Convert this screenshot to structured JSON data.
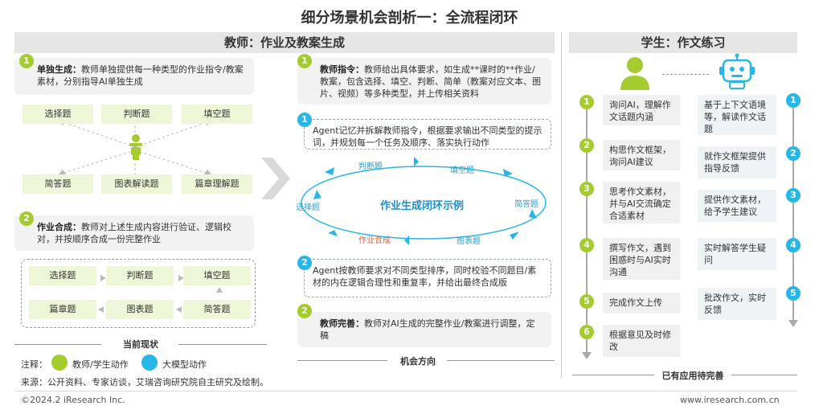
{
  "title": "细分场景机会剖析一：全流程闭环",
  "teacher": {
    "banner": "教师：作业及教案生成",
    "step1_num": "1",
    "step1_head": "单独生成：",
    "step1_text": "教师单独提供每一种类型的作业指令/教案素材，分别指导AI单独生成",
    "tiles_top": [
      "选择题",
      "判断题",
      "填空题"
    ],
    "tiles_mid": [
      "简答题",
      "图表解读题",
      "篇章理解题"
    ],
    "step2_num": "2",
    "step2_head": "作业合成：",
    "step2_text": "教师对上述生成内容进行验证、逻辑校对，并按顺序合成一份完整作业",
    "tiles_b1": [
      "选择题",
      "判断题",
      "填空题"
    ],
    "tiles_b2": [
      "篇章题",
      "图表题",
      "简答题"
    ],
    "current_label": "当前现状"
  },
  "opportunity": {
    "g1_num": "1",
    "g1_head": "教师指令：",
    "g1_text": "教师给出具体要求，如生成**课时的**作业/教案，包含选择、填空、判断、简单（教案对应文本、图片、视频）等多种类型，并上传相关资料",
    "b1_num": "1",
    "b1_text": "Agent记忆并拆解教师指令，根据要求输出不同类型的提示词，并规划每一个任务及顺序、落实执行动作",
    "cycle_center": "作业生成闭环示例",
    "cycle": [
      "判断题",
      "填空题",
      "简答题",
      "图表题",
      "作业合成",
      "选择题"
    ],
    "b2_num": "2",
    "b2_text": "Agent按教师要求对不同类型排序，同时校验不同题目/素材的内在逻辑合理性和重复率，并给出最终合成版",
    "g2_num": "2",
    "g2_head": "教师完善：",
    "g2_text": "教师对AI生成的完整作业/教案进行调整，定稿",
    "label": "机会方向"
  },
  "student": {
    "banner": "学生：作文练习",
    "left": [
      {
        "num": "1",
        "text": "询问AI，理解作文话题内涵"
      },
      {
        "num": "2",
        "text": "构思作文框架，询问AI建议"
      },
      {
        "num": "3",
        "text": "思考作文素材，并与AI交流确定合适素材"
      },
      {
        "num": "4",
        "text": "撰写作文，遇到困惑时与AI实时沟通"
      },
      {
        "num": "5",
        "text": "完成作文上传"
      },
      {
        "num": "6",
        "text": "根据意见及时修改"
      }
    ],
    "right": [
      {
        "num": "1",
        "text": "基于上下文语境等，解读作文话题"
      },
      {
        "num": "2",
        "text": "就作文框架提供指导反馈"
      },
      {
        "num": "3",
        "text": "提供作文素材，给予学生建议"
      },
      {
        "num": "4",
        "text": "实时解答学生疑问"
      },
      {
        "num": "5",
        "text": "批改作文，实时反馈"
      }
    ],
    "label": "已有应用待完善"
  },
  "legend": {
    "prefix": "注释：",
    "green": "教师/学生动作",
    "blue": "大模型动作"
  },
  "source": "来源：公开资料、专家访谈，艾瑞咨询研究院自主研究及绘制。",
  "copyright": "©2024.2 iResearch Inc.",
  "website": "www.iresearch.com.cn",
  "colors": {
    "green": "#a5cc2e",
    "blue": "#26b7e8",
    "gray_bg": "#e6e6e6"
  }
}
